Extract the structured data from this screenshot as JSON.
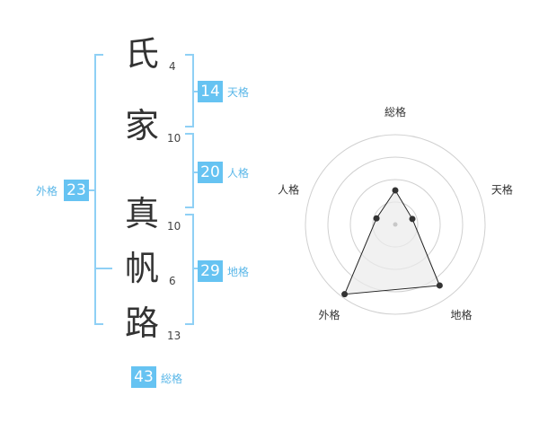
{
  "name": [
    {
      "char": "氏",
      "strokes": "4"
    },
    {
      "char": "家",
      "strokes": "10"
    },
    {
      "char": "真",
      "strokes": "10"
    },
    {
      "char": "帆",
      "strokes": "6"
    },
    {
      "char": "路",
      "strokes": "13"
    }
  ],
  "kaku": {
    "tenkaku": {
      "value": "14",
      "label": "天格"
    },
    "jinkaku": {
      "value": "20",
      "label": "人格"
    },
    "chikaku": {
      "value": "29",
      "label": "地格"
    },
    "gaikaku": {
      "value": "23",
      "label": "外格"
    },
    "soukaku": {
      "value": "43",
      "label": "総格"
    }
  },
  "colors": {
    "accent": "#66c3f2",
    "bracket": "#8fd0f5",
    "kanji": "#333333"
  },
  "chart_data": {
    "type": "radar",
    "axes": [
      "総格",
      "天格",
      "地格",
      "外格",
      "人格"
    ],
    "values": [
      0.38,
      0.2,
      0.84,
      0.96,
      0.22
    ],
    "range": [
      0,
      1
    ],
    "rings": 4
  }
}
